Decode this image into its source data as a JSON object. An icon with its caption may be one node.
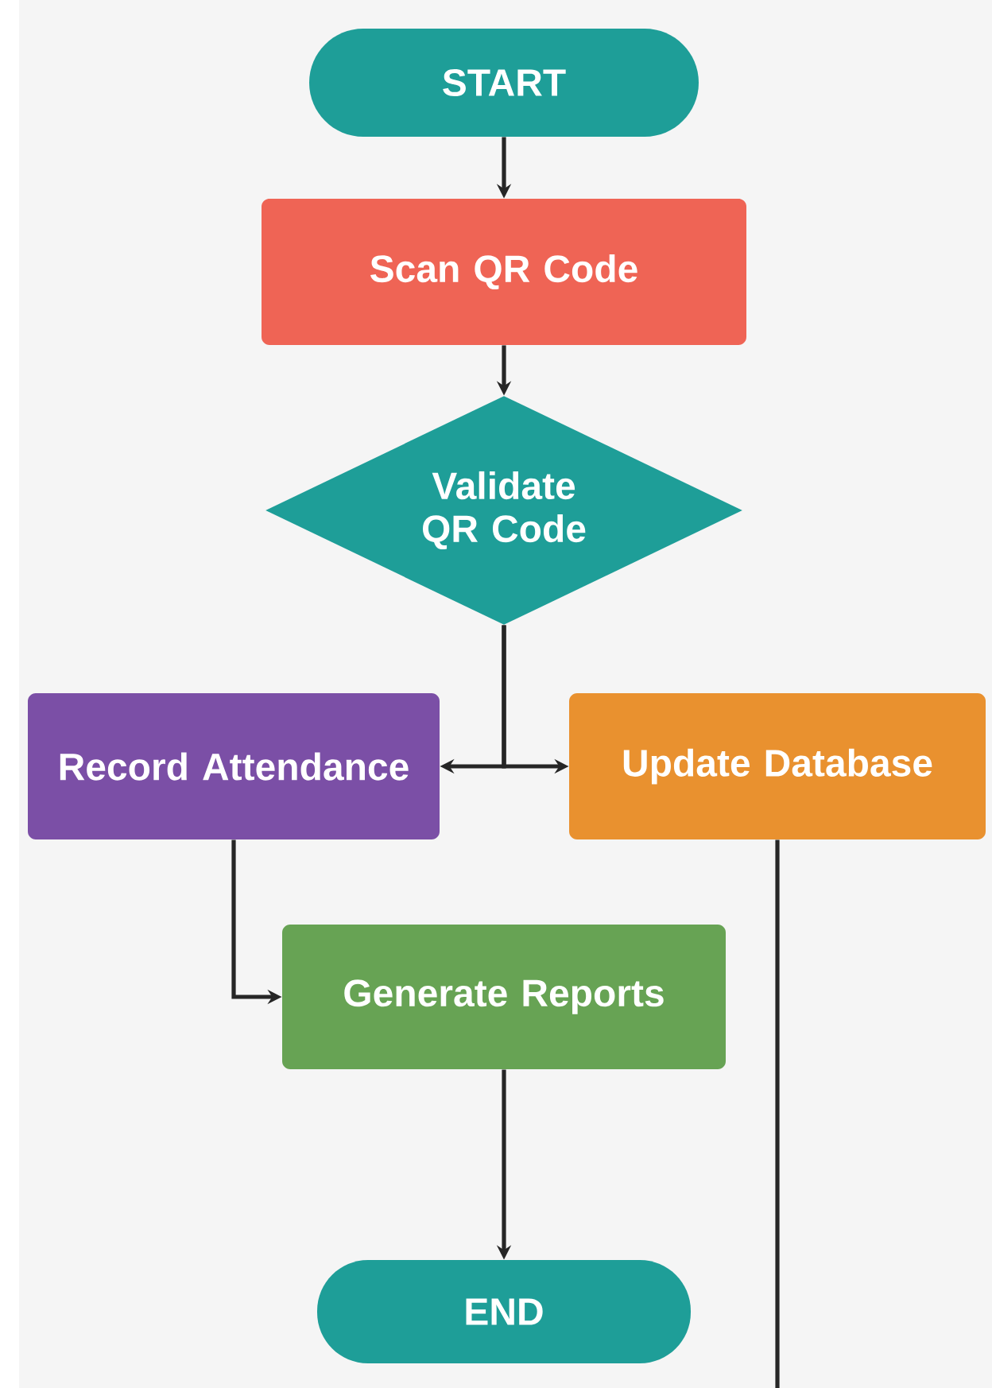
{
  "diagram": {
    "nodes": [
      {
        "text": [
          "START"
        ]
      },
      {
        "text": [
          "Scan QR Code"
        ]
      },
      {
        "text": [
          "Validate QR Code"
        ]
      },
      {
        "text": [
          "Record Attendance"
        ]
      },
      {
        "text": [
          "Update Database"
        ]
      },
      {
        "text": [
          "Generate Reports"
        ]
      },
      {
        "text": [
          "END"
        ]
      }
    ],
    "edges": [
      {
        "from": 0,
        "to": 1,
        "arrow": "to"
      },
      {
        "from": 1,
        "to": 2,
        "arrow": "to"
      },
      {
        "from": 2,
        "to": 3,
        "arrow": "to"
      },
      {
        "from": 2,
        "to": 4,
        "arrow": "to"
      },
      {
        "from": 3,
        "to": 5,
        "arrow": "to"
      },
      {
        "from": 5,
        "to": 6,
        "arrow": "to"
      },
      {
        "from": 4,
        "to": null,
        "arrow": "none"
      }
    ]
  }
}
